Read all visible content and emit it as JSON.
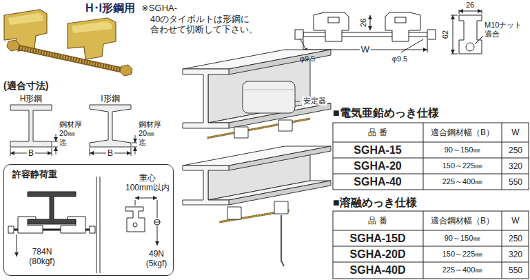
{
  "diagram": {
    "title": "H･I形鋼用",
    "nodes": [
      {
        "text": [
          "許容静荷重",
          "784N (80kgf)",
          "重心 100mm以内",
          "49N (5kgf)"
        ]
      }
    ],
    "labels": [
      "※SGHA-40のタイボルトは形鋼に 合わせて切断して下さい。",
      "26",
      "26",
      "62",
      "M10ナット 適合",
      "φ9.5",
      "W",
      "φ9.5",
      "(適合寸法)",
      "H形鋼",
      "I形鋼",
      "鋼材厚 20㎜迄",
      "鋼材厚 20㎜迄",
      "B",
      "B",
      "安定器",
      "■電気亜鉛めっき仕様",
      "品 番",
      "適合鋼材幅（B）",
      "W",
      "SGHA-15",
      "90～150㎜",
      "250",
      "SGHA-20",
      "150～225㎜",
      "320",
      "SGHA-40",
      "225～400㎜",
      "550",
      "■溶融めっき仕様",
      "品 番",
      "適合鋼材幅（B）",
      "W",
      "SGHA-15D",
      "90～150㎜",
      "250",
      "SGHA-20D",
      "150～225㎜",
      "320",
      "SGHA-40D",
      "225～400㎜",
      "550"
    ]
  }
}
